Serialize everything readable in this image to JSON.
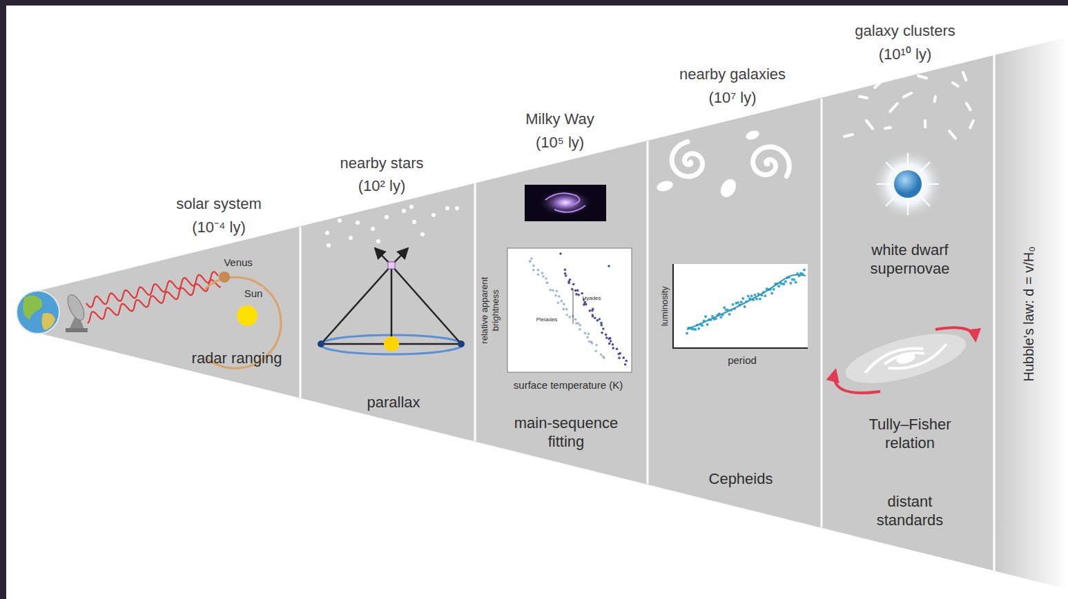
{
  "diagram": {
    "nodes": [
      {
        "text": [
          "solar system",
          "(10⁻⁴ ly)",
          "radar ranging"
        ]
      },
      {
        "text": [
          "nearby stars",
          "(10² ly)",
          "parallax"
        ]
      },
      {
        "text": [
          "Milky Way",
          "(10⁵ ly)",
          "main-sequence fitting"
        ]
      },
      {
        "text": [
          "nearby galaxies",
          "(10⁷ ly)",
          "Cepheids"
        ]
      },
      {
        "text": [
          "galaxy clusters",
          "(10¹⁰ ly)",
          "white dwarf supernovae",
          "Tully–Fisher relation",
          "distant standards"
        ]
      },
      {
        "text": [
          "Hubble's law: d = v/H₀"
        ]
      }
    ],
    "labels": [
      "Venus",
      "Sun",
      "relative apparent brightness",
      "surface temperature (K)",
      "Pleiades",
      "Hyades",
      "luminosity",
      "period"
    ]
  }
}
